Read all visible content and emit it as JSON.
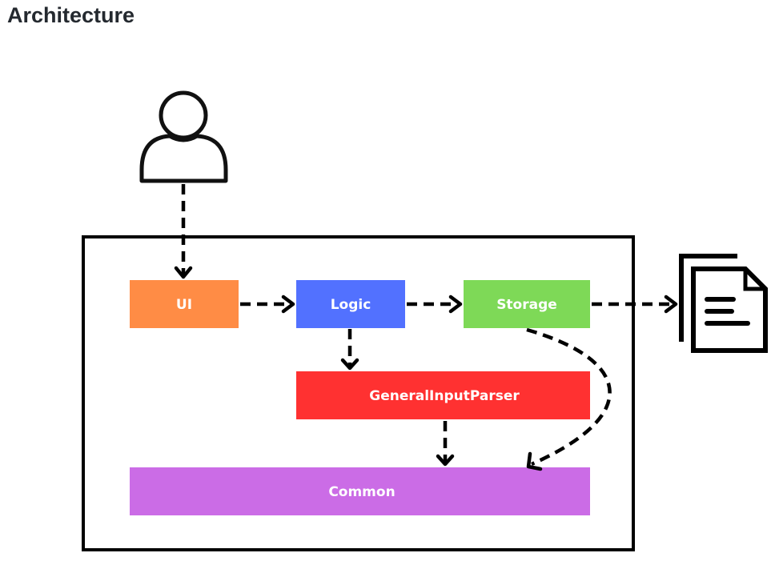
{
  "page": {
    "title": "Architecture"
  },
  "diagram": {
    "components": {
      "ui": {
        "label": "UI",
        "color": "#ff8c45"
      },
      "logic": {
        "label": "Logic",
        "color": "#5271ff"
      },
      "storage": {
        "label": "Storage",
        "color": "#7ed957"
      },
      "parser": {
        "label": "GeneralInputParser",
        "color": "#ff3131"
      },
      "common": {
        "label": "Common",
        "color": "#cb6ce6"
      }
    },
    "actors": {
      "user": {
        "icon": "user-icon"
      },
      "file": {
        "icon": "document-icon"
      }
    },
    "edges": [
      {
        "from": "user",
        "to": "ui"
      },
      {
        "from": "ui",
        "to": "logic"
      },
      {
        "from": "logic",
        "to": "storage"
      },
      {
        "from": "storage",
        "to": "file"
      },
      {
        "from": "logic",
        "to": "parser"
      },
      {
        "from": "parser",
        "to": "common"
      },
      {
        "from": "storage",
        "to": "common"
      }
    ]
  }
}
